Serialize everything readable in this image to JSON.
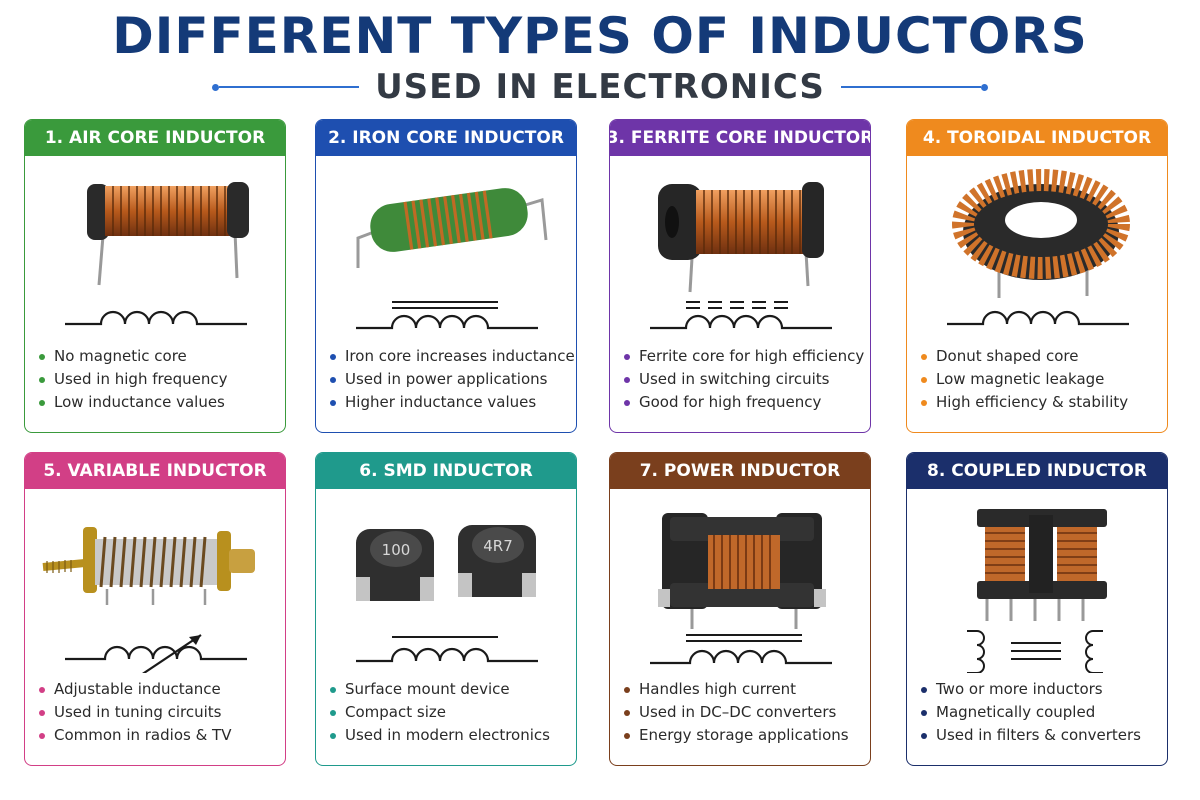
{
  "header": {
    "title": "DIFFERENT TYPES OF INDUCTORS",
    "subtitle": "USED IN ELECTRONICS"
  },
  "colors": {
    "title": "#143a78",
    "accent_line": "#2f6fd0"
  },
  "cards": [
    {
      "title": "1. AIR CORE INDUCTOR",
      "color": "#3a9a3c",
      "points": [
        "No magnetic core",
        "Used in high frequency",
        "Low inductance values"
      ]
    },
    {
      "title": "2. IRON CORE INDUCTOR",
      "color": "#1e4fb0",
      "points": [
        "Iron core increases inductance",
        "Used in power applications",
        "Higher inductance values"
      ]
    },
    {
      "title": "3. FERRITE CORE INDUCTOR",
      "color": "#6e35a8",
      "points": [
        "Ferrite core for high efficiency",
        "Used in switching circuits",
        "Good for high frequency"
      ]
    },
    {
      "title": "4. TOROIDAL INDUCTOR",
      "color": "#ef8a1e",
      "points": [
        "Donut shaped core",
        "Low magnetic leakage",
        "High efficiency & stability"
      ]
    },
    {
      "title": "5. VARIABLE INDUCTOR",
      "color": "#d23f86",
      "points": [
        "Adjustable inductance",
        "Used in tuning circuits",
        "Common in radios & TV"
      ]
    },
    {
      "title": "6. SMD INDUCTOR",
      "color": "#1f9a8c",
      "points": [
        "Surface mount device",
        "Compact size",
        "Used in modern electronics"
      ],
      "markings": [
        "100",
        "4R7"
      ]
    },
    {
      "title": "7. POWER INDUCTOR",
      "color": "#7a3f1d",
      "points": [
        "Handles high current",
        "Used in DC–DC converters",
        "Energy storage applications"
      ]
    },
    {
      "title": "8. COUPLED INDUCTOR",
      "color": "#1b2f6b",
      "points": [
        "Two or more inductors",
        "Magnetically coupled",
        "Used in filters & converters"
      ]
    }
  ]
}
